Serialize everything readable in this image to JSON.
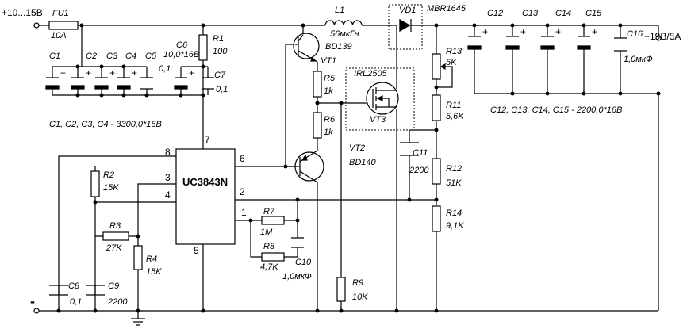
{
  "labels": {
    "vin": "+10...15В",
    "vout": "+19В/5А",
    "minus": "-",
    "fu1": "FU1",
    "fu1_val": "10А",
    "l1": "L1",
    "l1_val": "56мкГн",
    "vd1": "VD1",
    "vd1_val": "MBR1645",
    "c1": "C1",
    "c2": "C2",
    "c3": "C3",
    "c4": "C4",
    "c5": "C5",
    "c5_val": "0,1",
    "c6": "C6",
    "c6_val": "10,0*16В",
    "c7": "C7",
    "c7_val": "0,1",
    "r1": "R1",
    "r1_val": "100",
    "c1_4_note": "C1, C2, C3, C4 - 3300,0*16В",
    "vt1_type": "BD139",
    "vt1": "VT1",
    "r5": "R5",
    "r5_val": "1k",
    "r6": "R6",
    "r6_val": "1k",
    "vt3_type": "IRL2505",
    "vt3": "VT3",
    "vt2": "VT2",
    "vt2_type": "BD140",
    "r13": "R13",
    "r13_val": "5K",
    "r11": "R11",
    "r11_val": "5,6K",
    "c11": "C11",
    "c11_val": "2200",
    "r12": "R12",
    "r12_val": "51K",
    "r14": "R14",
    "r14_val": "9,1K",
    "c12": "C12",
    "c13": "C13",
    "c14": "C14",
    "c15": "C15",
    "c16": "C16",
    "c16_val": "1,0мкФ",
    "c12_15_note": "C12, C13, C14, C15 - 2200,0*16В",
    "ic": "UC3843N",
    "pin8": "8",
    "pin7": "7",
    "pin6": "6",
    "pin3": "3",
    "pin4": "4",
    "pin2": "2",
    "pin1": "1",
    "pin5": "5",
    "r2": "R2",
    "r2_val": "15K",
    "r3": "R3",
    "r3_val": "27K",
    "r4": "R4",
    "r4_val": "15K",
    "r7": "R7",
    "r7_val": "1M",
    "r8": "R8",
    "r8_val": "4,7K",
    "c10": "C10",
    "c10_val": "1,0мкФ",
    "c8": "C8",
    "c8_val": "0,1",
    "c9": "C9",
    "c9_val": "2200",
    "r9": "R9",
    "r9_val": "10K",
    "plus": "+"
  }
}
